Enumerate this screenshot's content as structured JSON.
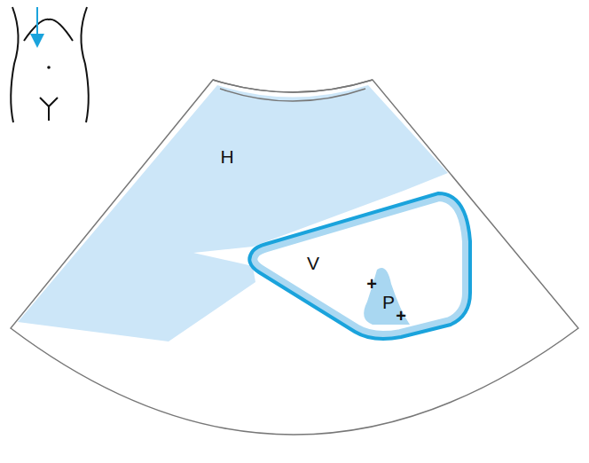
{
  "diagram": {
    "labels": [
      "H",
      "V",
      "P",
      "+",
      "+"
    ]
  }
}
